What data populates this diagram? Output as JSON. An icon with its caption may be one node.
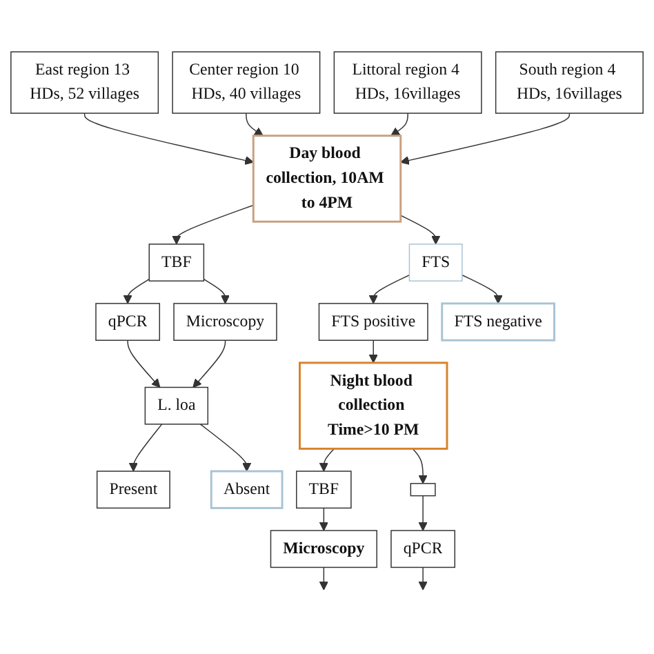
{
  "diagram": {
    "nodes": [
      {
        "text": [
          "East region 13 HDs, 52 villages"
        ]
      },
      {
        "text": [
          "Center region 10 HDs, 40 villages"
        ]
      },
      {
        "text": [
          "Littoral region 4 HDs, 16villages"
        ]
      },
      {
        "text": [
          "South region 4 HDs, 16villages"
        ]
      },
      {
        "text": [
          "Day blood collection, 10AM to 4PM"
        ]
      },
      {
        "text": [
          "TBF"
        ]
      },
      {
        "text": [
          "FTS"
        ]
      },
      {
        "text": [
          "qPCR"
        ]
      },
      {
        "text": [
          "Microscopy"
        ]
      },
      {
        "text": [
          "FTS positive"
        ]
      },
      {
        "text": [
          "FTS negative"
        ]
      },
      {
        "text": [
          "Night blood collection Time>10 PM"
        ]
      },
      {
        "text": [
          "L. loa"
        ]
      },
      {
        "text": [
          "TBF"
        ]
      },
      {
        "text": [],
        "shape": "box"
      },
      {
        "text": [
          "Microscopy"
        ]
      },
      {
        "text": [
          "qPCR"
        ]
      },
      {
        "text": [
          "Present"
        ]
      },
      {
        "text": [
          "Absent"
        ]
      }
    ],
    "edges": [
      {
        "from": 0,
        "to": 4,
        "arrow": "to"
      },
      {
        "from": 1,
        "to": 4,
        "arrow": "to"
      },
      {
        "from": 2,
        "to": 4,
        "arrow": "to"
      },
      {
        "from": 3,
        "to": 4,
        "arrow": "to"
      },
      {
        "from": 4,
        "to": 5,
        "arrow": "to"
      },
      {
        "from": 4,
        "to": 6,
        "arrow": "to"
      },
      {
        "from": 5,
        "to": 7,
        "arrow": "to"
      },
      {
        "from": 5,
        "to": 8,
        "arrow": "to"
      },
      {
        "from": 6,
        "to": 9,
        "arrow": "to"
      },
      {
        "from": 6,
        "to": 10,
        "arrow": "to"
      },
      {
        "from": 7,
        "to": 12,
        "arrow": "to"
      },
      {
        "from": 8,
        "to": 12,
        "arrow": "to"
      },
      {
        "from": 9,
        "to": 11,
        "arrow": "to"
      },
      {
        "from": 11,
        "to": 13,
        "arrow": "to"
      },
      {
        "from": 11,
        "to": 14,
        "arrow": "to"
      },
      {
        "from": 12,
        "to": 17,
        "arrow": "to"
      },
      {
        "from": 12,
        "to": 18,
        "arrow": "to"
      },
      {
        "from": 13,
        "to": 15,
        "arrow": "to"
      },
      {
        "from": 14,
        "to": 16,
        "arrow": "to"
      },
      {
        "from": 15,
        "to": null,
        "arrow": "to"
      },
      {
        "from": 16,
        "to": null,
        "arrow": "to"
      }
    ]
  }
}
